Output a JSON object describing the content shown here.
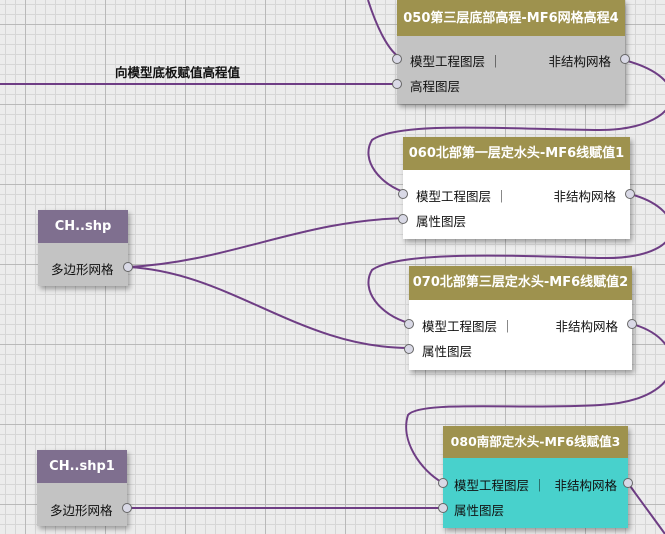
{
  "canvas": {
    "wire_label": "向模型底板赋值高程值",
    "wire_color": "#6e3d84"
  },
  "nodes": {
    "n050": {
      "title": "050第三层底部高程-MF6网格高程4",
      "in1": "模型工程图层 ｜",
      "in2": "高程图层",
      "out1": "非结构网格",
      "title_color": "#9e924e",
      "body_color": "#c3c3c3"
    },
    "n060": {
      "title": "060北部第一层定水头-MF6线赋值1",
      "in1": "模型工程图层 ｜",
      "in2": "属性图层",
      "out1": "非结构网格",
      "title_color": "#9e924e",
      "body_color": "#ffffff"
    },
    "n070": {
      "title": "070北部第三层定水头-MF6线赋值2",
      "in1": "模型工程图层 ｜",
      "in2": "属性图层",
      "out1": "非结构网格",
      "title_color": "#9e924e",
      "body_color": "#ffffff"
    },
    "n080": {
      "title": "080南部定水头-MF6线赋值3",
      "in1": "模型工程图层 ｜",
      "in2": "属性图层",
      "out1": "非结构网格",
      "title_color": "#9e924e",
      "body_color": "#48d1cc"
    },
    "ch1": {
      "title": "CH..shp",
      "out1": "多边形网格",
      "title_color": "#7f6f8f",
      "body_color": "#c3c3c3"
    },
    "ch2": {
      "title": "CH..shp1",
      "out1": "多边形网格",
      "title_color": "#7f6f8f",
      "body_color": "#c3c3c3"
    }
  }
}
